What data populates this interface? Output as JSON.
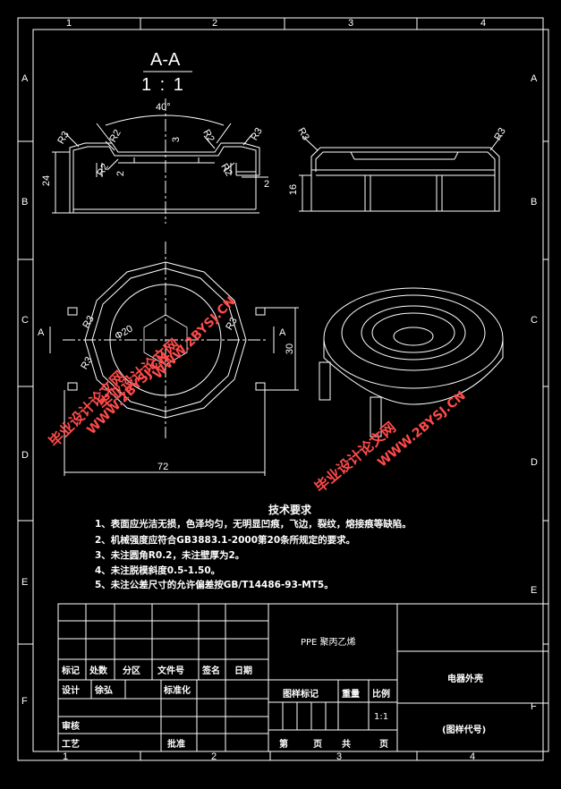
{
  "zones": {
    "top": [
      "1",
      "2",
      "3",
      "4"
    ],
    "bottom": [
      "1",
      "2",
      "3",
      "4"
    ],
    "left": [
      "A",
      "B",
      "C",
      "D",
      "E",
      "F"
    ],
    "right": [
      "A",
      "B",
      "C",
      "D",
      "E",
      "F"
    ]
  },
  "section": {
    "name": "A-A",
    "scale": "1 : 1"
  },
  "dimensions": {
    "angle": "40°",
    "r3_left": "R3",
    "r2_a": "R2",
    "r2_b": "R2",
    "r2_c": "R2",
    "r2_d": "R2",
    "r3_mid": "R3",
    "r3_right": "R3",
    "r3_right2": "R3",
    "h24": "24",
    "h16": "16",
    "t2a": "2",
    "t2b": "2",
    "t3": "3",
    "dia20": "Φ20",
    "r3_top": "R3",
    "r3_plan_left": "R3",
    "r3_plan_right": "R3",
    "w30": "30",
    "w72": "72",
    "a_left": "A",
    "a_right": "A"
  },
  "watermarks": [
    {
      "text": "WWW.2BYSJ.CN",
      "color": "#ff4a4a"
    },
    {
      "text": "毕业设计论文网",
      "color": "#ff4a4a"
    },
    {
      "text": "WWW.2BYSJ.CN",
      "color": "#ff4a4a"
    },
    {
      "text": "毕业设计论文网",
      "color": "#ff4a4a"
    },
    {
      "text": "WWW.2BYSJ.CN",
      "color": "#ff4a4a"
    },
    {
      "text": "毕业设计论文网",
      "color": "#ff4a4a"
    }
  ],
  "tech_requirements": {
    "title": "技术要求",
    "items": [
      "1、表面应光洁无损，色泽均匀，无明显凹痕，飞边，裂纹，熔接痕等缺陷。",
      "2、机械强度应符合GB3883.1-2000第20条所规定的要求。",
      "3、未注圆角R0.2，未注壁厚为2。",
      "4、未注脱模斜度0.5-1.50。",
      "5、未注公差尺寸的允许偏差按GB/T14486-93-MT5。"
    ]
  },
  "title_block": {
    "material": "PPE 聚丙乙烯",
    "part_name": "电器外壳",
    "drawing_code": "(图样代号)",
    "row_labels": [
      "标记",
      "处数",
      "分区",
      "文件号",
      "签名",
      "日期"
    ],
    "design": "设计",
    "designer": "徐弘",
    "standardize": "标准化",
    "review": "审核",
    "process": "工艺",
    "approve": "批准",
    "stage_mark": "图样标记",
    "weight": "重量",
    "scale_label": "比例",
    "scale_value": "1:1",
    "sheet_of": [
      "第",
      "页",
      "共",
      "页"
    ]
  },
  "colors": {
    "background": "#000000",
    "lines": "#ffffff",
    "watermark": "#ff4a4a"
  }
}
